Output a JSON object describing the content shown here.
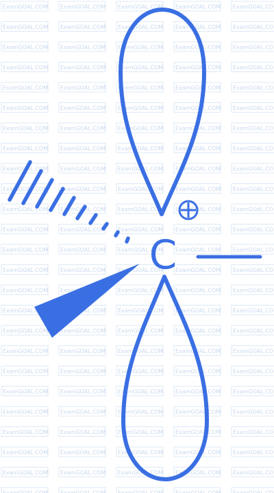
{
  "watermark": {
    "text": "ExamGOAL.COM",
    "color": "#c9d9ee"
  },
  "molecule": {
    "central_atom": "C",
    "charge_symbol": "plus-in-circle",
    "color": "#3a6fe3"
  }
}
